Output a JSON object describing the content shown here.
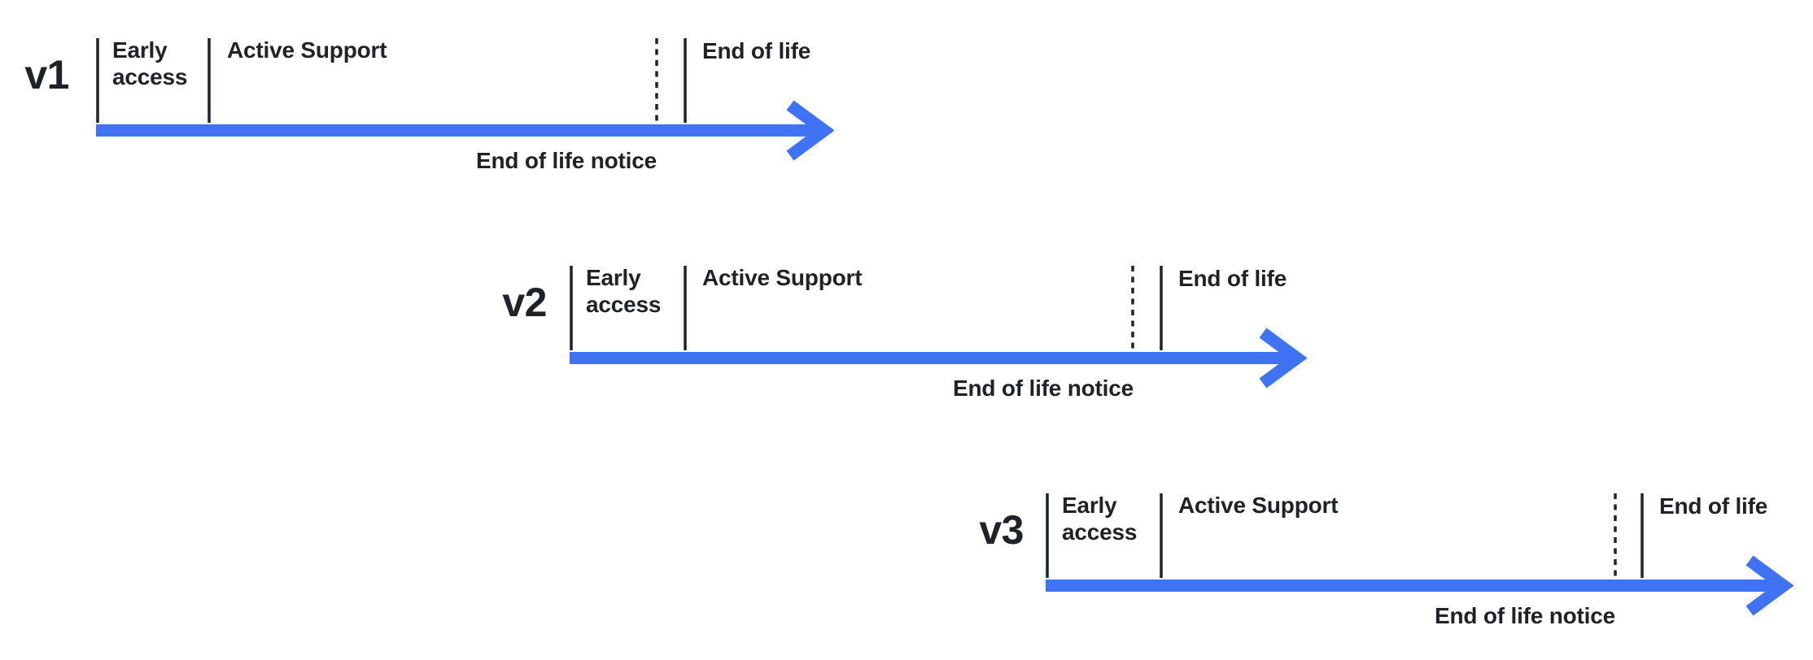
{
  "colors": {
    "accent_blue": "#4073F4",
    "line_dark": "#1F2328",
    "text_dark": "#1F2328",
    "background": "#FFFFFF"
  },
  "diagram": {
    "type": "release-lifecycle-timeline",
    "rows": [
      {
        "version": "v1",
        "early_access": "Early\naccess",
        "active_support": "Active Support",
        "end_of_life": "End of life",
        "end_of_life_notice": "End of life notice"
      },
      {
        "version": "v2",
        "early_access": "Early\naccess",
        "active_support": "Active Support",
        "end_of_life": "End of life",
        "end_of_life_notice": "End of life notice"
      },
      {
        "version": "v3",
        "early_access": "Early\naccess",
        "active_support": "Active Support",
        "end_of_life": "End of life",
        "end_of_life_notice": "End of life notice"
      }
    ]
  }
}
